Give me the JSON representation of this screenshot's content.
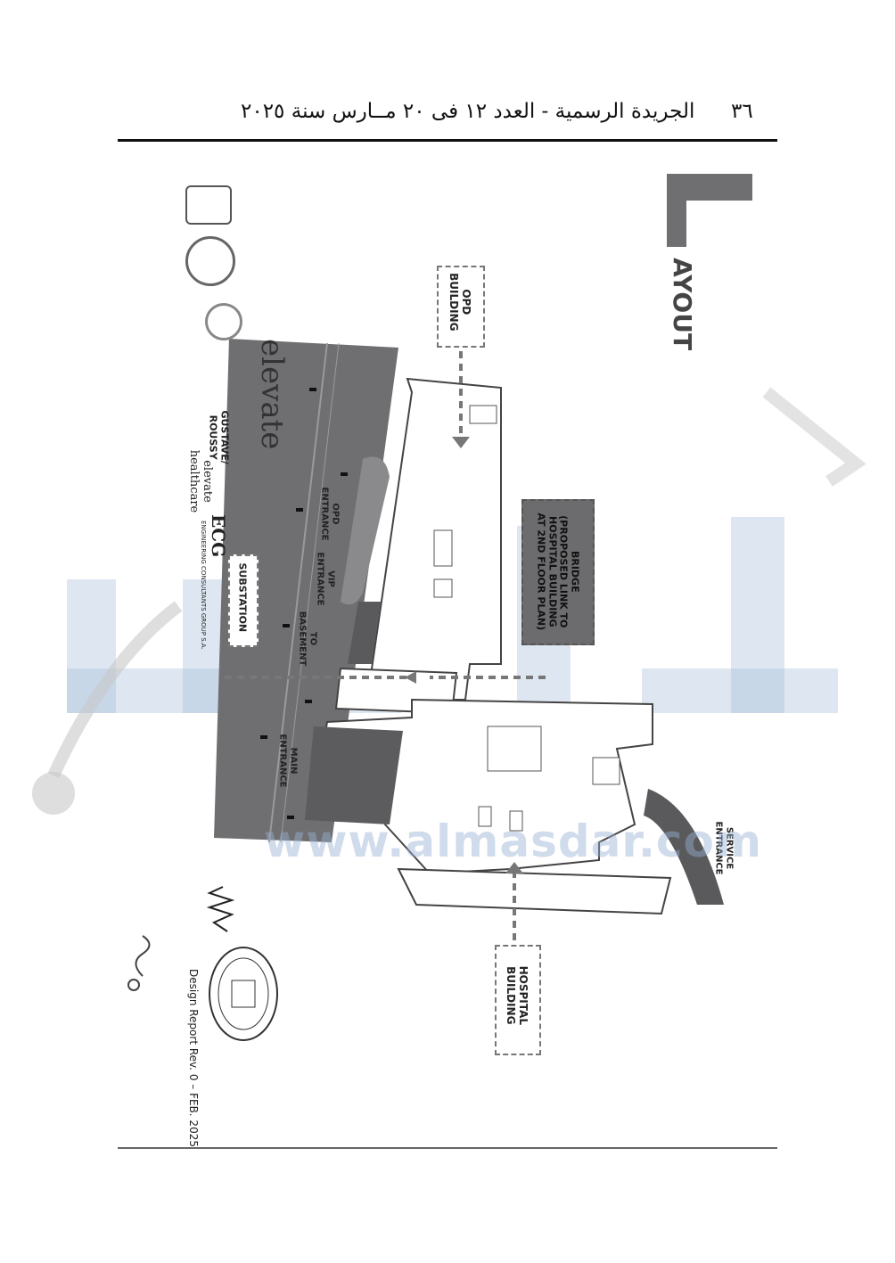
{
  "header": {
    "page_number": "٣٦",
    "title": "الجريدة الرسمية - العدد ١٢ فى ٢٠ مــارس سنة ٢٠٢٥"
  },
  "plan": {
    "section_title": "AYOUT",
    "labels": {
      "opd_building": [
        "OPD",
        "BUILDING"
      ],
      "bridge": [
        "BRIDGE",
        "(PROPOSED LINK TO",
        "HOSPITAL BUILDING",
        "AT 2ND FLOOR PLAN)"
      ],
      "substation": "SUBSTATION",
      "opd_entrance": [
        "OPD",
        "ENTRANCE"
      ],
      "vip_entrance": [
        "VIP",
        "ENTRANCE"
      ],
      "basement": [
        "TO",
        "BASEMENT"
      ],
      "main_entrance": [
        "MAIN",
        "ENTRANCE"
      ],
      "service_entrance": [
        "SERVICE",
        "ENTRANCE"
      ],
      "hospital_building": [
        "HOSPITAL",
        "BUILDING"
      ]
    }
  },
  "logos": {
    "elevate": "elevate",
    "gustave_roussy": [
      "GUSTAVE/",
      "ROUSSY"
    ],
    "elevate_healthcare": [
      "elevate",
      "healthcare"
    ],
    "ecg": "ECG",
    "ecg_full": "ENGINEERING CONSULTANTS GROUP S.A."
  },
  "footer": {
    "design_report": "Design Report Rev. 0 – FEB. 2025"
  },
  "watermark": {
    "url": "www.almasdar.com"
  },
  "colors": {
    "road": "#6f6f72",
    "dark_block": "#5a5a5c",
    "bridge_box": "#6c6c6e",
    "watermark": "#9fb6d6"
  }
}
